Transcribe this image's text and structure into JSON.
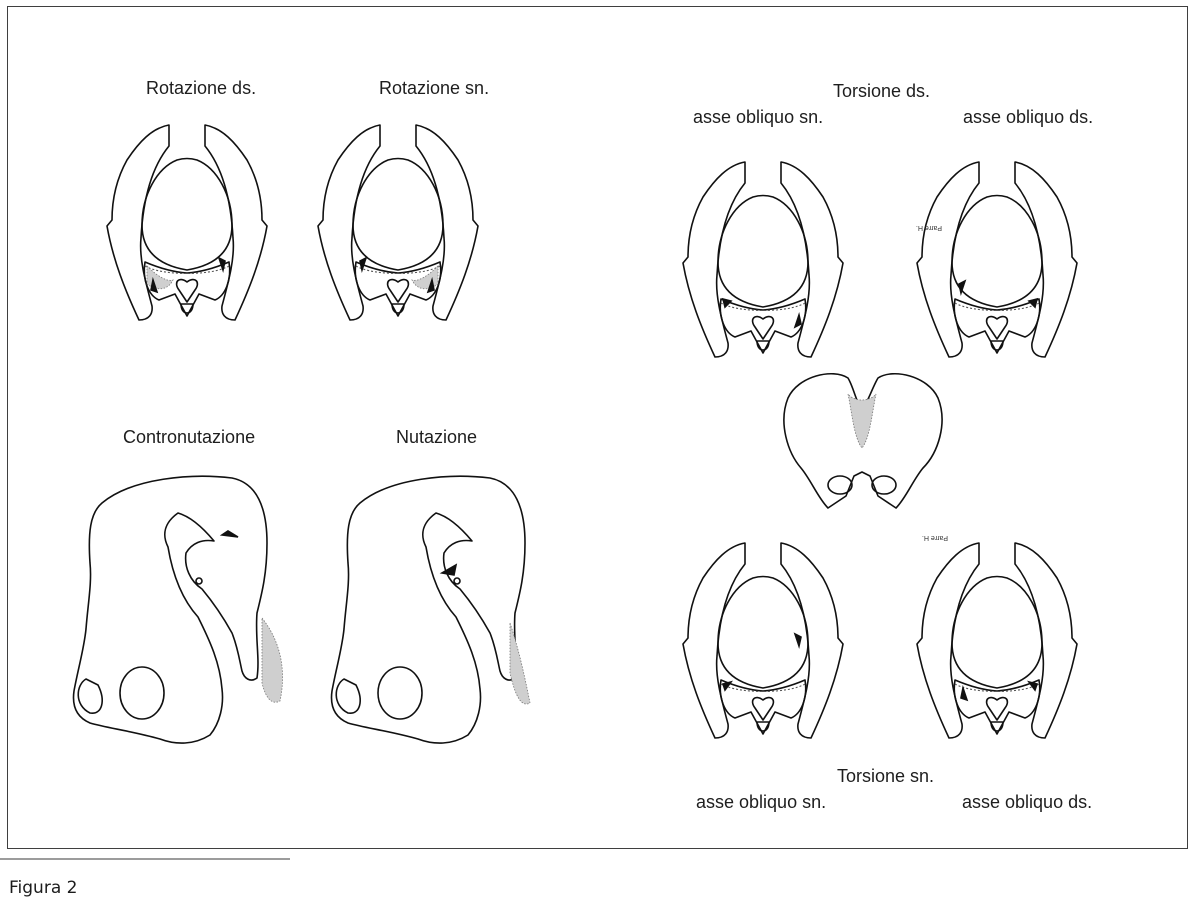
{
  "labels": {
    "rotazione_ds": "Rotazione ds.",
    "rotazione_sn": "Rotazione sn.",
    "contronutazione": "Contronutazione",
    "nutazione": "Nutazione",
    "torsione_ds": "Torsione ds.",
    "asse_obliquo_sn_top": "asse obliquo sn.",
    "asse_obliquo_ds_top": "asse obliquo ds.",
    "torsione_sn": "Torsione sn.",
    "asse_obliquo_sn_bottom": "asse obliquo sn.",
    "asse_obliquo_ds_bottom": "asse obliquo ds."
  },
  "caption": "Figura 2",
  "colors": {
    "frame": "#3f3f3f",
    "line": "#111111",
    "stipple": "#cfcfcf"
  }
}
